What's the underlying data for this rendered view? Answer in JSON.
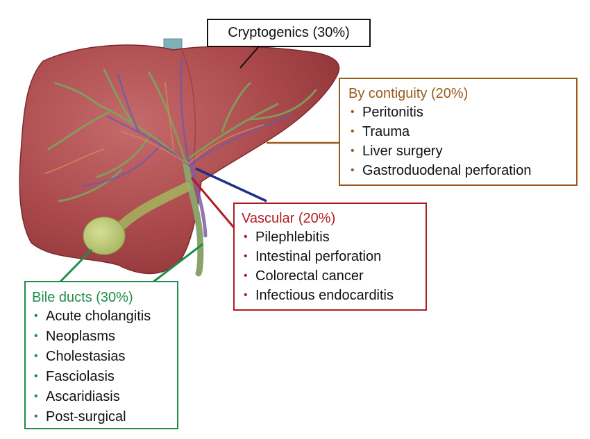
{
  "colors": {
    "liver": "#a8474a",
    "liver_light": "#c46a6b",
    "bile_duct": "#8aa36a",
    "gallbladder": "#bcc97a",
    "vein_blue": "#4a4a9e",
    "cryptogenic": "#111111",
    "contiguity": "#9a5a1c",
    "vascular": "#b01c22",
    "bile": "#1f8c4a"
  },
  "cryptogenics": {
    "label": "Cryptogenics (30%)"
  },
  "contiguity": {
    "title": "By contiguity (20%)",
    "items": [
      "Peritonitis",
      "Trauma",
      "Liver surgery",
      "Gastroduodenal perforation"
    ]
  },
  "vascular": {
    "title": "Vascular (20%)",
    "items": [
      "Pilephlebitis",
      "Intestinal perforation",
      "Colorectal cancer",
      "Infectious endocarditis"
    ]
  },
  "bile_ducts": {
    "title": "Bile ducts (30%)",
    "items": [
      "Acute cholangitis",
      "Neoplasms",
      "Cholestasias",
      "Fasciolasis",
      "Ascaridiasis",
      "Post-surgical"
    ]
  },
  "bullet_glyph": "•"
}
